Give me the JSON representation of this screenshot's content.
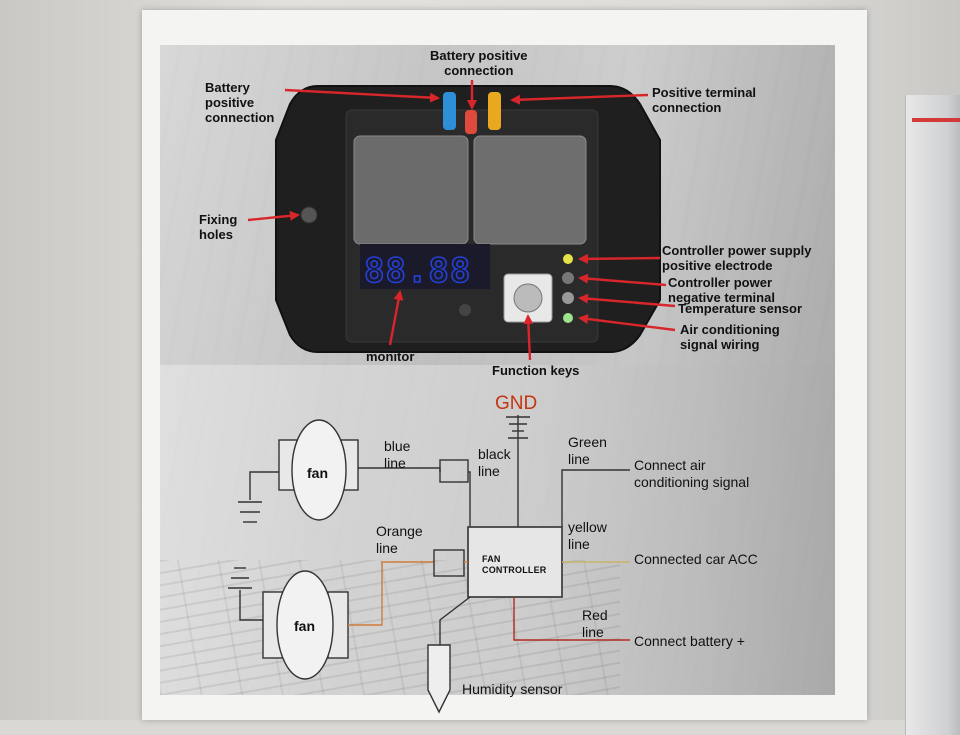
{
  "labels": {
    "battery_positive_left": "Battery\npositive\nconnection",
    "battery_positive_top": "Battery positive\nconnection",
    "positive_terminal": "Positive terminal\nconnection",
    "fixing_holes": "Fixing\nholes",
    "controller_power_supply": "Controller power supply\npositive electrode",
    "controller_power_negative": "Controller power\nnegative terminal",
    "temperature_sensor": "Temperature sensor",
    "air_conditioning_signal_wiring": "Air conditioning\nsignal wiring",
    "monitor": "monitor",
    "function_keys": "Function keys",
    "display_digits": "88.88"
  },
  "wiring": {
    "gnd": "GND",
    "fan_top": "fan",
    "fan_bottom": "fan",
    "blue_line": "blue\nline",
    "black_line": "black\nline",
    "green_line": "Green\nline",
    "orange_line": "Orange\nline",
    "yellow_line": "yellow\nline",
    "red_line": "Red\nline",
    "controller_label": "FAN\nCONTROLLER",
    "connect_ac_signal": "Connect air\nconditioning signal",
    "connected_car_acc": "Connected car ACC",
    "connect_battery": "Connect battery +",
    "humidity_sensor": "Humidity sensor"
  },
  "colors": {
    "arrow_red": "#d8262b",
    "gnd_text": "#c4360f",
    "display_blue": "#2540d8",
    "terminal_blue": "#2f8fd6",
    "terminal_orange": "#e8a81f",
    "terminal_red": "#e04a3c",
    "led_yellow": "#e6e24a",
    "led_green": "#9ee28d",
    "orange_wire": "#d07a3a",
    "red_wire": "#b22a20"
  }
}
